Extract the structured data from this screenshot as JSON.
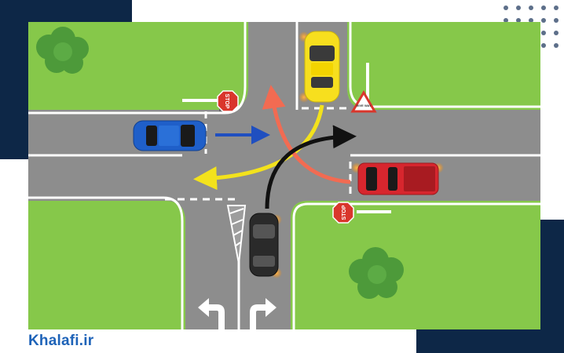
{
  "brand": {
    "name": "Khalafi.ir",
    "color": "#1e63b8"
  },
  "colors": {
    "frame_navy": "#0d2747",
    "grass": "#86c84a",
    "road": "#8d8d8d",
    "lane_marking": "#ffffff"
  },
  "signs": [
    {
      "type": "stop",
      "text": "STOP",
      "icon": "stop-sign-icon"
    },
    {
      "type": "stop",
      "text": "STOP",
      "icon": "stop-sign-icon"
    },
    {
      "type": "yield",
      "text": "GIVE WAY",
      "icon": "yield-sign-icon"
    }
  ],
  "vehicles": [
    {
      "color_name": "yellow",
      "color": "#f7df1e",
      "approach": "north",
      "icon": "yellow-car-icon"
    },
    {
      "color_name": "blue",
      "color": "#1f5fc9",
      "approach": "west",
      "icon": "blue-car-icon"
    },
    {
      "color_name": "red",
      "color": "#d7262e",
      "approach": "east",
      "icon": "red-pickup-icon"
    },
    {
      "color_name": "black",
      "color": "#2a2a2a",
      "approach": "south",
      "icon": "black-car-icon"
    }
  ],
  "paths": [
    {
      "vehicle": "blue",
      "maneuver": "straight",
      "color": "#1f4fc0"
    },
    {
      "vehicle": "yellow",
      "maneuver": "right turn",
      "color": "#f3e21c"
    },
    {
      "vehicle": "red",
      "maneuver": "right turn",
      "color": "#f26b52"
    },
    {
      "vehicle": "black",
      "maneuver": "right turn",
      "color": "#111111"
    }
  ],
  "lane_arrows": [
    {
      "direction": "left",
      "icon": "turn-left-arrow-icon"
    },
    {
      "direction": "right",
      "icon": "turn-right-arrow-icon"
    }
  ]
}
